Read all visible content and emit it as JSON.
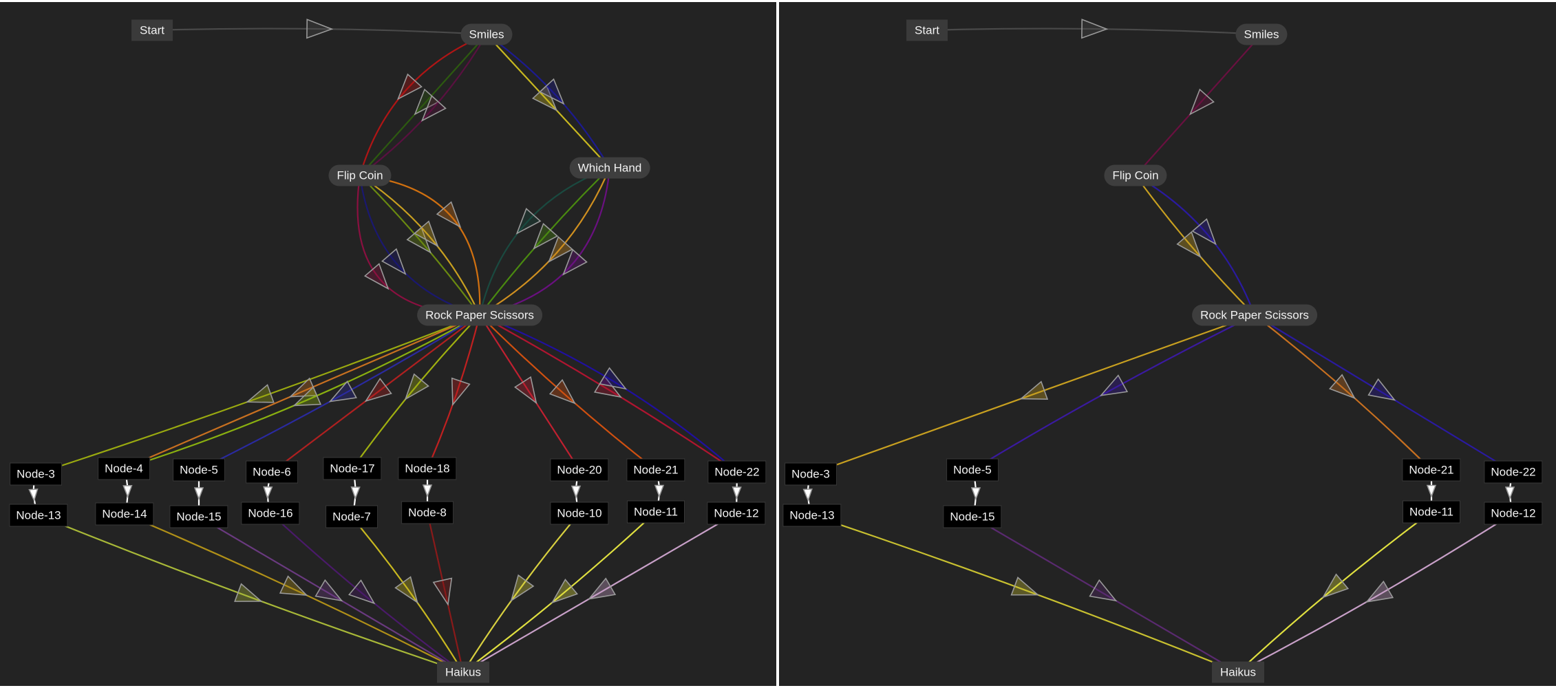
{
  "panels": [
    {
      "id": "left",
      "nodes": [
        {
          "id": "start",
          "label": "Start",
          "style": "grey"
        },
        {
          "id": "smiles",
          "label": "Smiles",
          "style": "pill"
        },
        {
          "id": "flip",
          "label": "Flip Coin",
          "style": "pill"
        },
        {
          "id": "which",
          "label": "Which Hand",
          "style": "pill"
        },
        {
          "id": "rps",
          "label": "Rock Paper Scissors",
          "style": "pill"
        },
        {
          "id": "n3",
          "label": "Node-3",
          "style": "box"
        },
        {
          "id": "n13",
          "label": "Node-13",
          "style": "box"
        },
        {
          "id": "n4",
          "label": "Node-4",
          "style": "box"
        },
        {
          "id": "n14",
          "label": "Node-14",
          "style": "box"
        },
        {
          "id": "n5",
          "label": "Node-5",
          "style": "box"
        },
        {
          "id": "n15",
          "label": "Node-15",
          "style": "box"
        },
        {
          "id": "n6",
          "label": "Node-6",
          "style": "box"
        },
        {
          "id": "n16",
          "label": "Node-16",
          "style": "box"
        },
        {
          "id": "n17",
          "label": "Node-17",
          "style": "box"
        },
        {
          "id": "n7",
          "label": "Node-7",
          "style": "box"
        },
        {
          "id": "n18",
          "label": "Node-18",
          "style": "box"
        },
        {
          "id": "n8",
          "label": "Node-8",
          "style": "box"
        },
        {
          "id": "n20",
          "label": "Node-20",
          "style": "box"
        },
        {
          "id": "n10",
          "label": "Node-10",
          "style": "box"
        },
        {
          "id": "n21",
          "label": "Node-21",
          "style": "box"
        },
        {
          "id": "n11",
          "label": "Node-11",
          "style": "box"
        },
        {
          "id": "n22",
          "label": "Node-22",
          "style": "box"
        },
        {
          "id": "n12",
          "label": "Node-12",
          "style": "box"
        },
        {
          "id": "haikus",
          "label": "Haikus",
          "style": "grey"
        }
      ],
      "edges": [
        {
          "from": "start",
          "to": "smiles",
          "color": "#4a4a4a"
        },
        {
          "from": "smiles",
          "to": "flip",
          "color": "#2d5a10"
        },
        {
          "from": "smiles",
          "to": "flip",
          "color": "#5a1040"
        },
        {
          "from": "smiles",
          "to": "flip",
          "color": "#b01515"
        },
        {
          "from": "smiles",
          "to": "which",
          "color": "#c8b820"
        },
        {
          "from": "smiles",
          "to": "which",
          "color": "#1c1a90"
        },
        {
          "from": "flip",
          "to": "rps",
          "color": "#6a8a10"
        },
        {
          "from": "flip",
          "to": "rps",
          "color": "#c8a020"
        },
        {
          "from": "flip",
          "to": "rps",
          "color": "#1a1870"
        },
        {
          "from": "flip",
          "to": "rps",
          "color": "#d07010"
        },
        {
          "from": "flip",
          "to": "rps",
          "color": "#8a1040"
        },
        {
          "from": "which",
          "to": "rps",
          "color": "#4a8a10"
        },
        {
          "from": "which",
          "to": "rps",
          "color": "#d09020"
        },
        {
          "from": "which",
          "to": "rps",
          "color": "#1a4a40"
        },
        {
          "from": "which",
          "to": "rps",
          "color": "#6a1080"
        },
        {
          "from": "rps",
          "to": "n3",
          "color": "#9aaa10"
        },
        {
          "from": "rps",
          "to": "n4",
          "color": "#c87020"
        },
        {
          "from": "rps",
          "to": "n4",
          "color": "#8ab010"
        },
        {
          "from": "rps",
          "to": "n5",
          "color": "#2a2aa0"
        },
        {
          "from": "rps",
          "to": "n6",
          "color": "#b02020"
        },
        {
          "from": "rps",
          "to": "n17",
          "color": "#a0b010"
        },
        {
          "from": "rps",
          "to": "n18",
          "color": "#c02020"
        },
        {
          "from": "rps",
          "to": "n20",
          "color": "#c02030"
        },
        {
          "from": "rps",
          "to": "n21",
          "color": "#d05010"
        },
        {
          "from": "rps",
          "to": "n22",
          "color": "#b01530"
        },
        {
          "from": "rps",
          "to": "n22",
          "color": "#2010a0"
        },
        {
          "from": "n3",
          "to": "n13",
          "color": "#ffffff"
        },
        {
          "from": "n4",
          "to": "n14",
          "color": "#ffffff"
        },
        {
          "from": "n5",
          "to": "n15",
          "color": "#ffffff"
        },
        {
          "from": "n6",
          "to": "n16",
          "color": "#ffffff"
        },
        {
          "from": "n17",
          "to": "n7",
          "color": "#ffffff"
        },
        {
          "from": "n18",
          "to": "n8",
          "color": "#ffffff"
        },
        {
          "from": "n20",
          "to": "n10",
          "color": "#ffffff"
        },
        {
          "from": "n21",
          "to": "n11",
          "color": "#ffffff"
        },
        {
          "from": "n22",
          "to": "n12",
          "color": "#ffffff"
        },
        {
          "from": "n13",
          "to": "haikus",
          "color": "#a8b838"
        },
        {
          "from": "n14",
          "to": "haikus",
          "color": "#b09018"
        },
        {
          "from": "n15",
          "to": "haikus",
          "color": "#6a3a80"
        },
        {
          "from": "n16",
          "to": "haikus",
          "color": "#4a1a6a"
        },
        {
          "from": "n7",
          "to": "haikus",
          "color": "#c8b820"
        },
        {
          "from": "n8",
          "to": "haikus",
          "color": "#8a1a1a"
        },
        {
          "from": "n10",
          "to": "haikus",
          "color": "#d8d040"
        },
        {
          "from": "n11",
          "to": "haikus",
          "color": "#e0e040"
        },
        {
          "from": "n12",
          "to": "haikus",
          "color": "#c8a0c8"
        }
      ]
    },
    {
      "id": "right",
      "nodes": [
        {
          "id": "start",
          "label": "Start",
          "style": "grey"
        },
        {
          "id": "smiles",
          "label": "Smiles",
          "style": "pill"
        },
        {
          "id": "flip",
          "label": "Flip Coin",
          "style": "pill"
        },
        {
          "id": "rps",
          "label": "Rock Paper Scissors",
          "style": "pill"
        },
        {
          "id": "n3",
          "label": "Node-3",
          "style": "box"
        },
        {
          "id": "n13",
          "label": "Node-13",
          "style": "box"
        },
        {
          "id": "n5",
          "label": "Node-5",
          "style": "box"
        },
        {
          "id": "n15",
          "label": "Node-15",
          "style": "box"
        },
        {
          "id": "n21",
          "label": "Node-21",
          "style": "box"
        },
        {
          "id": "n11",
          "label": "Node-11",
          "style": "box"
        },
        {
          "id": "n22",
          "label": "Node-22",
          "style": "box"
        },
        {
          "id": "n12",
          "label": "Node-12",
          "style": "box"
        },
        {
          "id": "haikus",
          "label": "Haikus",
          "style": "grey"
        }
      ],
      "edges": [
        {
          "from": "start",
          "to": "smiles",
          "color": "#4a4a4a"
        },
        {
          "from": "smiles",
          "to": "flip",
          "color": "#6a1040"
        },
        {
          "from": "flip",
          "to": "rps",
          "color": "#c8a020"
        },
        {
          "from": "flip",
          "to": "rps",
          "color": "#2a1aa0"
        },
        {
          "from": "rps",
          "to": "n3",
          "color": "#c8a020"
        },
        {
          "from": "rps",
          "to": "n5",
          "color": "#3a1aa0"
        },
        {
          "from": "rps",
          "to": "n21",
          "color": "#c87020"
        },
        {
          "from": "rps",
          "to": "n22",
          "color": "#2a1aa0"
        },
        {
          "from": "n3",
          "to": "n13",
          "color": "#ffffff"
        },
        {
          "from": "n5",
          "to": "n15",
          "color": "#ffffff"
        },
        {
          "from": "n21",
          "to": "n11",
          "color": "#ffffff"
        },
        {
          "from": "n22",
          "to": "n12",
          "color": "#ffffff"
        },
        {
          "from": "n13",
          "to": "haikus",
          "color": "#c8c030"
        },
        {
          "from": "n15",
          "to": "haikus",
          "color": "#5a2a70"
        },
        {
          "from": "n11",
          "to": "haikus",
          "color": "#e0e040"
        },
        {
          "from": "n12",
          "to": "haikus",
          "color": "#c8a0c8"
        }
      ]
    }
  ]
}
